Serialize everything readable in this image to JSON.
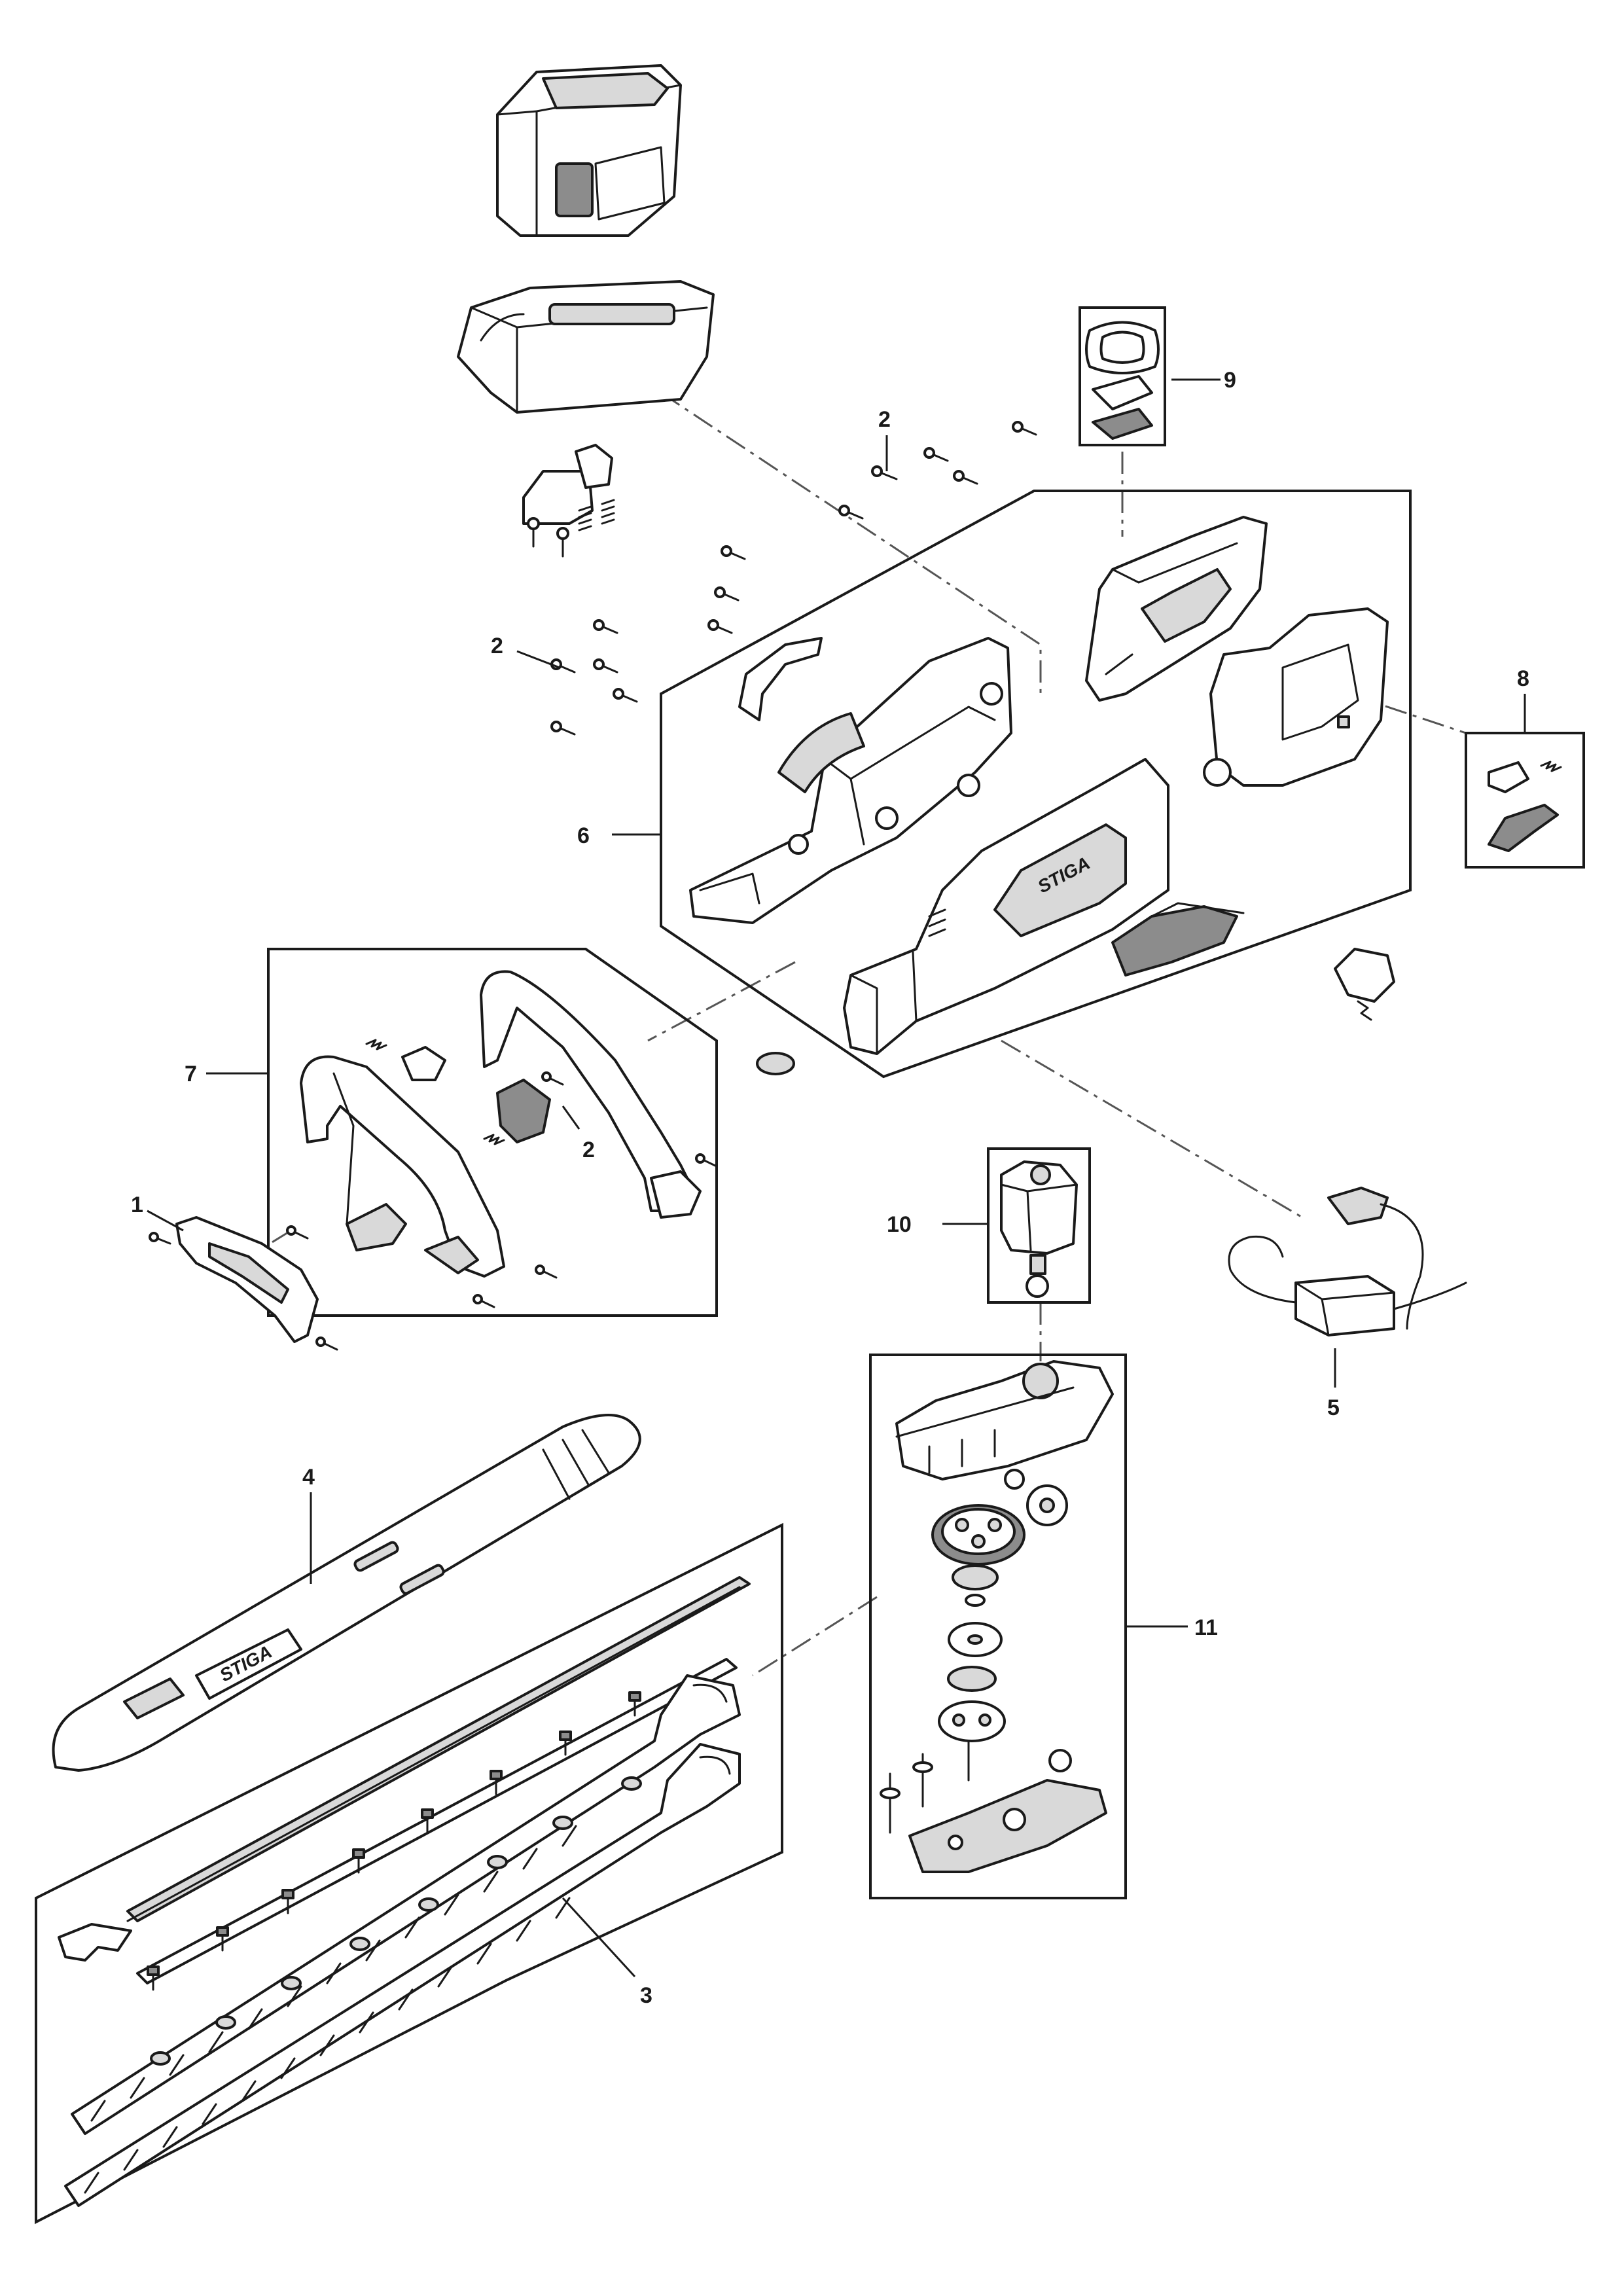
{
  "callouts": {
    "c1": "1",
    "c2a": "2",
    "c2b": "2",
    "c2c": "2",
    "c3": "3",
    "c4": "4",
    "c5": "5",
    "c6": "6",
    "c7": "7",
    "c8": "8",
    "c9": "9",
    "c10": "10",
    "c11": "11"
  },
  "brand_marks": {
    "housing_logo": "STIGA",
    "blade_cover_logo": "STIGA"
  }
}
